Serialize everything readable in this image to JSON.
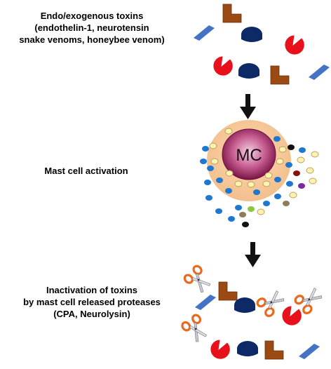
{
  "stages": [
    {
      "lines": [
        "Endo/exogenous toxins",
        "(endothelin-1, neurotensin",
        "snake venoms, honeybee venom)"
      ]
    },
    {
      "lines": [
        "Mast cell activation"
      ]
    },
    {
      "lines": [
        "Inactivation of toxins",
        "by mast cell released proteases",
        "(CPA, Neurolysin)"
      ]
    }
  ],
  "cell_label": "MC",
  "colors": {
    "toxin_brown": "#9b4a14",
    "toxin_navy": "#0d2a66",
    "toxin_red": "#e8101a",
    "toxin_blue": "#4472c4",
    "cell_halo": "#f5c9a0",
    "nucleus": "#8f1a55",
    "granule_cream": "#fff3b0",
    "granule_blue": "#1e78d2",
    "scissors_orange": "#e86a1f",
    "scissors_blade": "#c0c0c8",
    "arrow": "#111111"
  },
  "icons": [
    "l-shape-toxin",
    "semicircle-toxin",
    "pacman-toxin",
    "parallelogram-toxin",
    "scissors-icon",
    "down-arrow"
  ]
}
